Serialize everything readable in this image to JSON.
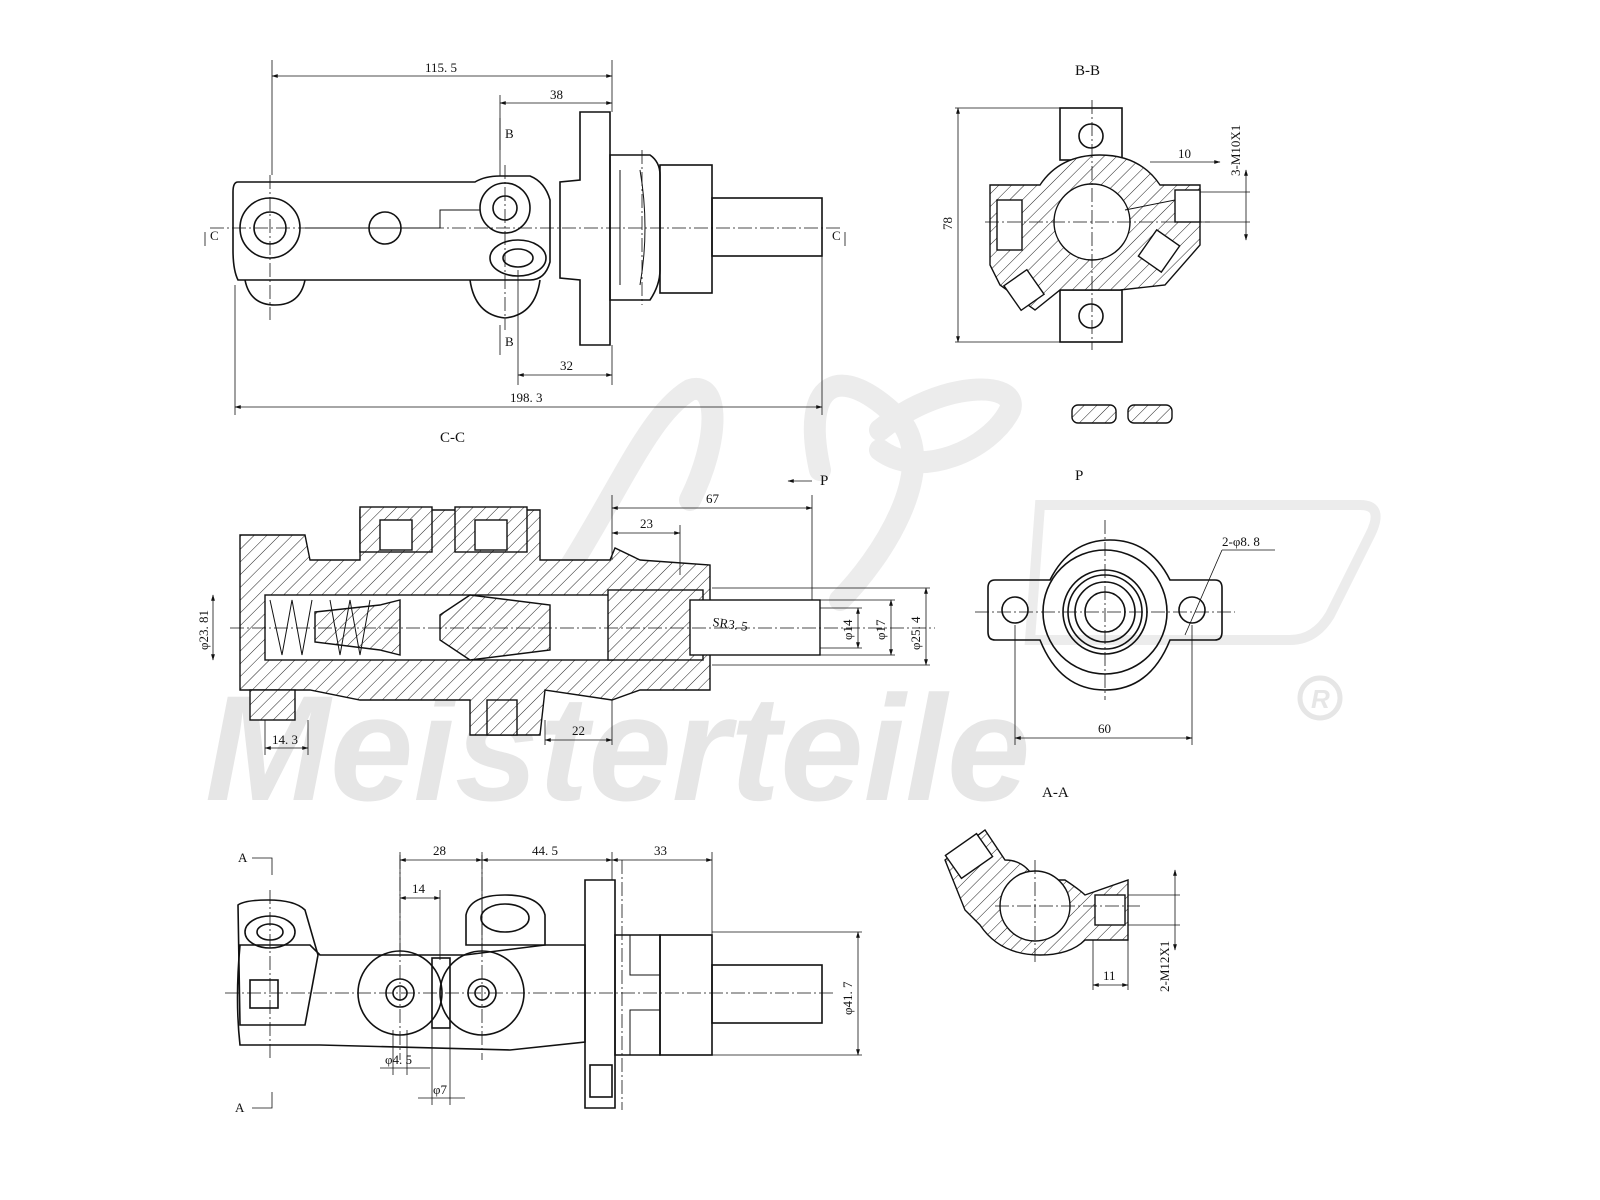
{
  "watermark": {
    "brand": "Meisterteile",
    "registered": "R"
  },
  "views": {
    "top": {
      "section_b_top": "B",
      "section_b_bottom": "B",
      "section_c_left": "C",
      "section_c_right": "C"
    },
    "bb": {
      "title": "B-B"
    },
    "cc": {
      "title": "C-C",
      "arrow_label": "P",
      "radius_label": "SR3. 5"
    },
    "p": {
      "title": "P"
    },
    "aa": {
      "title": "A-A"
    },
    "bottom": {
      "section_a_top": "A",
      "section_a_bottom": "A"
    }
  },
  "dimensions": {
    "top_115_5": "115. 5",
    "top_38": "38",
    "top_32": "32",
    "top_198_3": "198. 3",
    "bb_10": "10",
    "bb_thread": "3-M10X1",
    "bb_78": "78",
    "cc_67": "67",
    "cc_23": "23",
    "cc_d23_81": "φ23. 81",
    "cc_d14": "φ14",
    "cc_d17": "φ17",
    "cc_d25_4": "φ25. 4",
    "cc_14_3": "14. 3",
    "cc_22": "22",
    "p_holes": "2-φ8. 8",
    "p_60": "60",
    "bot_28": "28",
    "bot_44_5": "44. 5",
    "bot_33": "33",
    "bot_14": "14",
    "bot_d41_7": "φ41. 7",
    "bot_d4_5": "φ4. 5",
    "bot_d7": "φ7",
    "aa_thread": "2-M12X1",
    "aa_11": "11"
  }
}
